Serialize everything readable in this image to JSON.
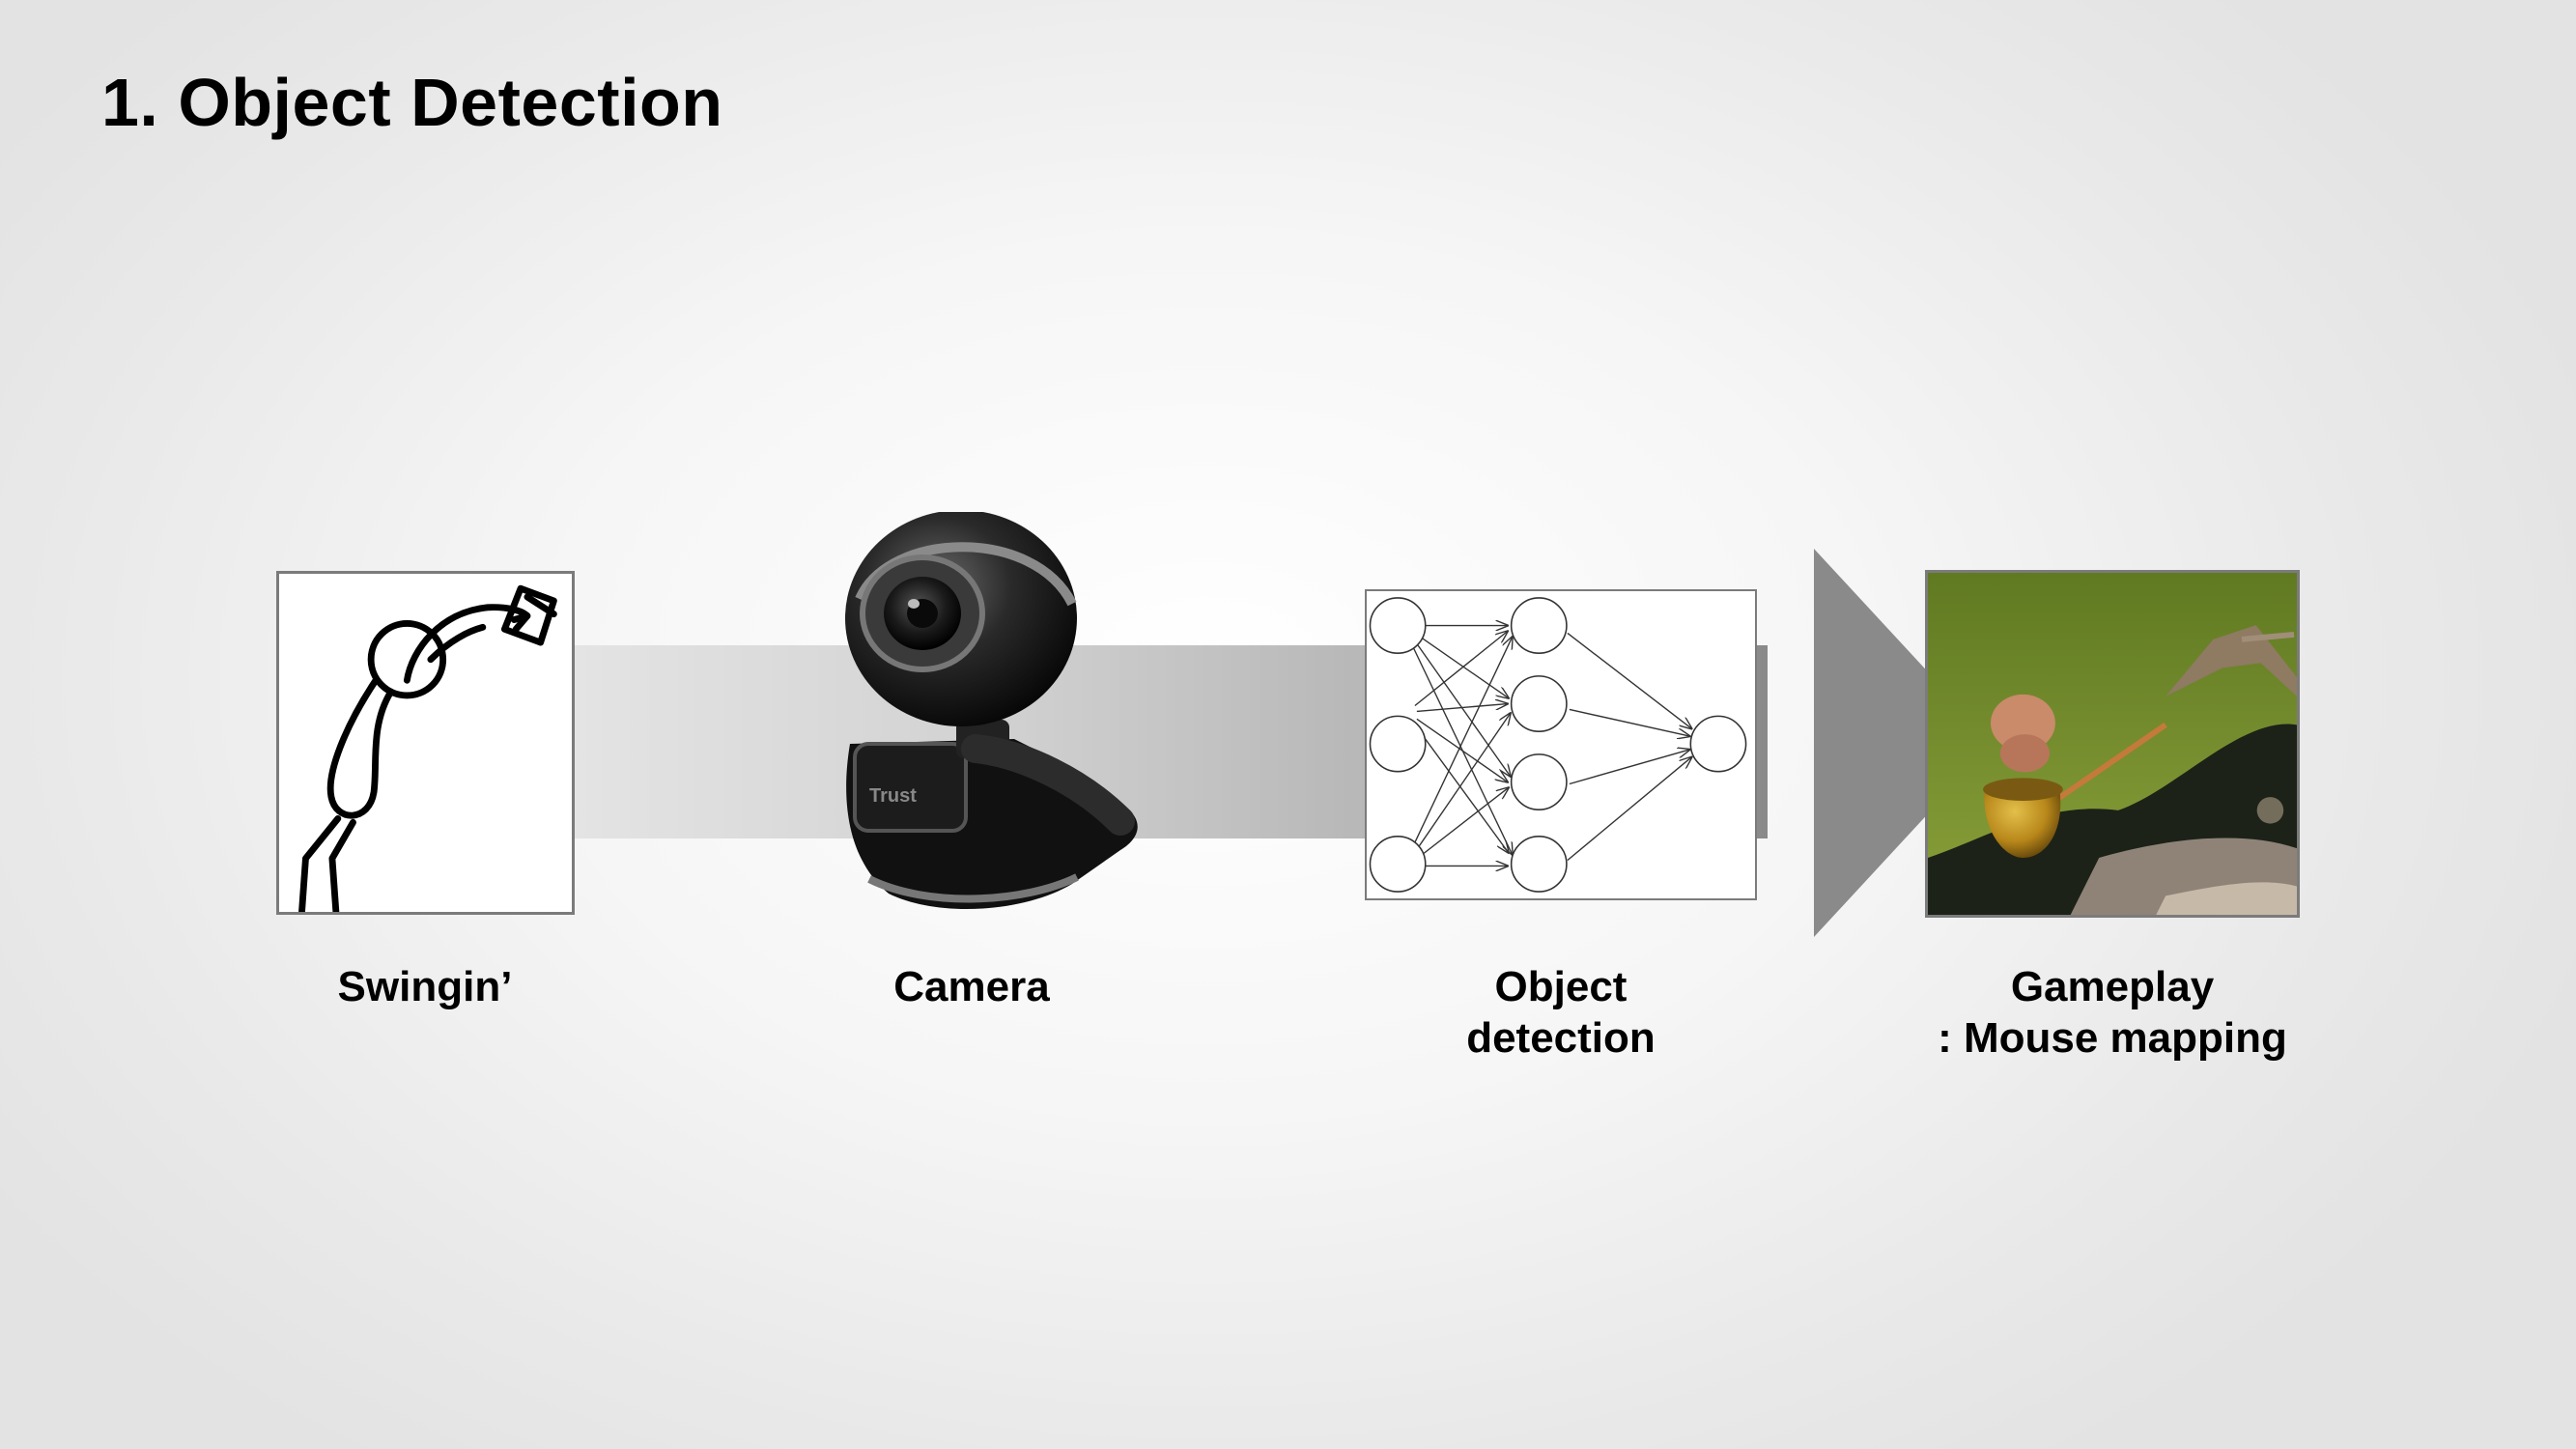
{
  "slide": {
    "title": "1. Object Detection"
  },
  "steps": [
    {
      "label": "Swingin’",
      "image": "stick-figure-swinging"
    },
    {
      "label": "Camera",
      "image": "webcam-icon"
    },
    {
      "label_line1": "Object",
      "label_line2": "detection",
      "image": "neural-network-diagram"
    },
    {
      "label_line1": "Gameplay",
      "label_line2": ": Mouse mapping",
      "image": "game-screenshot"
    }
  ],
  "webcam": {
    "brand_text": "Trust"
  },
  "neural_network": {
    "layers": [
      3,
      4,
      1
    ]
  },
  "colors": {
    "arrow_head": "#8a8a8a",
    "frame_border": "#7b7b7b",
    "game_sky": "#6f8a2a",
    "pot": "#b8871a"
  }
}
